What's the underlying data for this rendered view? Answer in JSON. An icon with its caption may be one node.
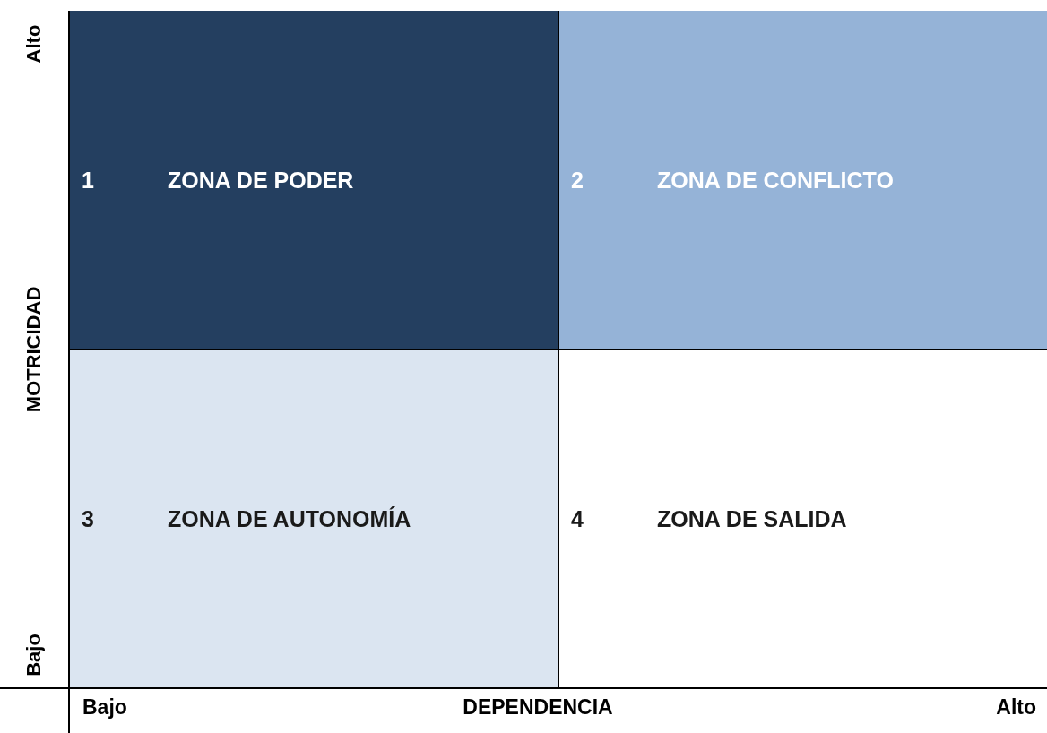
{
  "diagram": {
    "nodes": [
      {
        "text": [
          "1",
          "ZONA DE PODER"
        ]
      },
      {
        "text": [
          "2",
          "ZONA DE CONFLICTO"
        ]
      },
      {
        "text": [
          "3",
          "ZONA DE AUTONOMÍA"
        ]
      },
      {
        "text": [
          "4",
          "ZONA DE SALIDA"
        ]
      }
    ],
    "labels": [
      "Alto",
      "MOTRICIDAD",
      "Bajo",
      "Bajo",
      "DEPENDENCIA",
      "Alto"
    ]
  }
}
